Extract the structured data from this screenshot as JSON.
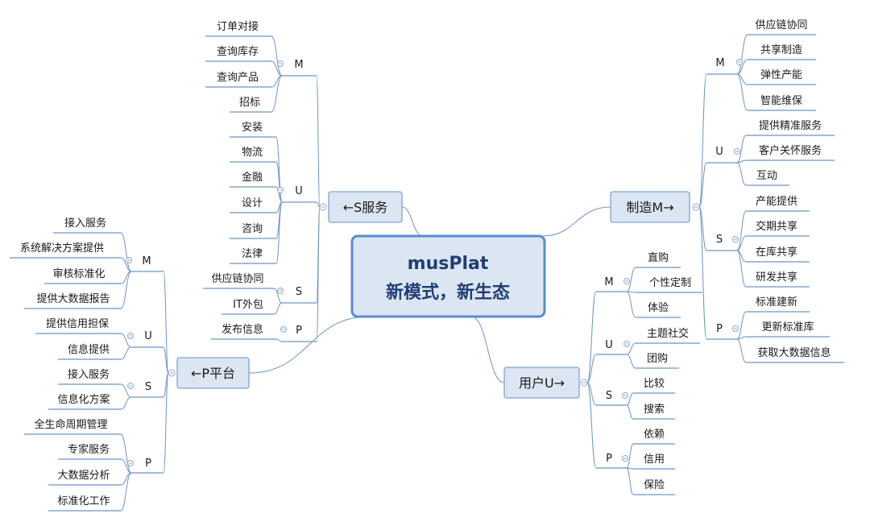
{
  "central": {
    "line1": "musPlat",
    "line2": "新模式，新生态"
  },
  "branches": [
    {
      "key": "s_service",
      "label": "←S服务",
      "groups": [
        {
          "label": "M",
          "items": [
            "订单对接",
            "查询库存",
            "查询产品",
            "招标"
          ]
        },
        {
          "label": "U",
          "items": [
            "安装",
            "物流",
            "金融",
            "设计",
            "咨询",
            "法律"
          ]
        },
        {
          "label": "S",
          "items": [
            "供应链协同",
            "IT外包"
          ]
        },
        {
          "label": "P",
          "items": [
            "发布信息"
          ]
        }
      ]
    },
    {
      "key": "p_platform",
      "label": "←P平台",
      "groups": [
        {
          "label": "M",
          "items": [
            "接入服务",
            "系统解决方案提供",
            "审核标准化",
            "提供大数据报告"
          ]
        },
        {
          "label": "U",
          "items": [
            "提供信用担保",
            "信息提供"
          ]
        },
        {
          "label": "S",
          "items": [
            "接入服务",
            "信息化方案"
          ]
        },
        {
          "label": "P",
          "items": [
            "全生命周期管理",
            "专家服务",
            "大数据分析",
            "标准化工作"
          ]
        }
      ]
    },
    {
      "key": "m_manufacturing",
      "label": "制造M→",
      "groups": [
        {
          "label": "M",
          "items": [
            "供应链协同",
            "共享制造",
            "弹性产能",
            "智能维保"
          ]
        },
        {
          "label": "U",
          "items": [
            "提供精准服务",
            "客户关怀服务",
            "互动"
          ]
        },
        {
          "label": "S",
          "items": [
            "产能提供",
            "交期共享",
            "在库共享",
            "研发共享"
          ]
        },
        {
          "label": "P",
          "items": [
            "标准建新",
            "更新标准库",
            "获取大数据信息"
          ]
        }
      ]
    },
    {
      "key": "u_user",
      "label": "用户U→",
      "groups": [
        {
          "label": "M",
          "items": [
            "直购",
            "个性定制",
            "体验"
          ]
        },
        {
          "label": "U",
          "items": [
            "主题社交",
            "团购"
          ]
        },
        {
          "label": "S",
          "items": [
            "比较",
            "搜索"
          ]
        },
        {
          "label": "P",
          "items": [
            "依赖",
            "信用",
            "保险"
          ]
        }
      ]
    }
  ],
  "colors": {
    "central_fill": "#dce6f2",
    "central_border": "#5b8ccf",
    "branch_fill": "#dce6f2",
    "branch_border": "#7fa3d3",
    "line": "#6d95c5",
    "text": "#1a1a1a",
    "central_text": "#1f3f73"
  }
}
